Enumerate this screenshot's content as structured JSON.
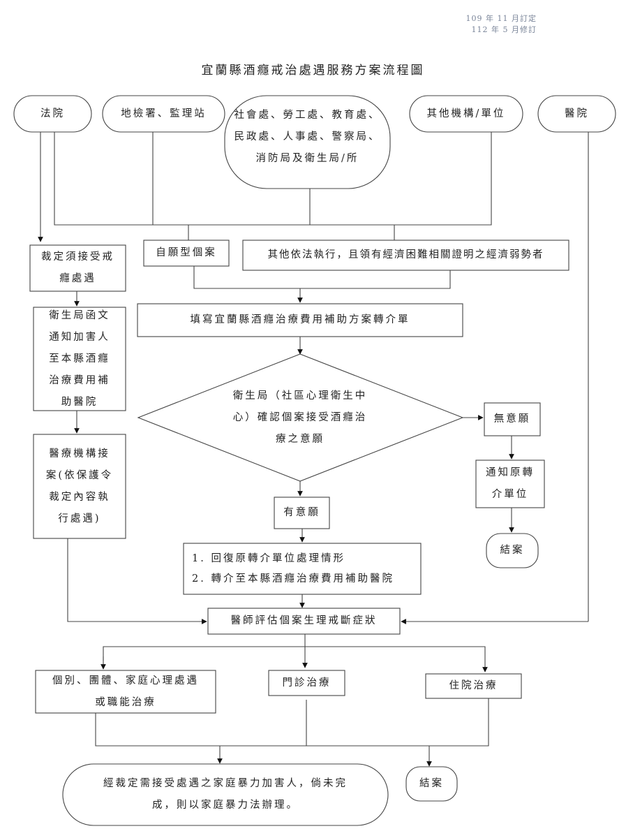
{
  "revision": {
    "established": "109 年 11 月訂定",
    "revised": "112 年 5 月修訂"
  },
  "title": "宜蘭縣酒癮戒治處遇服務方案流程圖",
  "sources": {
    "court": "法院",
    "prosecutor": "地檢署、監理站",
    "agencies": [
      "社會處、勞工處、教育處、",
      "民政處、人事處、警察局、",
      "消防局及衛生局/所"
    ],
    "other_units": "其他機構/單位",
    "hospital": "醫院"
  },
  "nodes": {
    "court_order": [
      "裁定須接受戒",
      "癮處遇"
    ],
    "voluntary": "自願型個案",
    "economic": "其他依法執行，且領有經濟困難相關證明之經濟弱勢者",
    "referral_form": "填寫宜蘭縣酒癮治療費用補助方案轉介單",
    "health_notice": [
      "衛生局函文",
      "通知加害人",
      "至本縣酒癮",
      "治療費用補",
      "助醫院"
    ],
    "medical_intake": [
      "醫療機構接",
      "案(依保護令",
      "裁定內容執",
      "行處遇)"
    ],
    "decision": [
      "衛生局（社區心理衛生中",
      "心）確認個案接受酒癮治",
      "療之意願"
    ],
    "unwilling": "無意願",
    "notify_referrer": [
      "通知原轉",
      "介單位"
    ],
    "close_case_1": "結案",
    "willing": "有意願",
    "actions": [
      "1.  回復原轉介單位處理情形",
      "2.  轉介至本縣酒癮治療費用補助醫院"
    ],
    "physician_eval": "醫師評估個案生理戒斷症狀",
    "therapy": [
      "個別、團體、家庭心理處遇",
      "或職能治療"
    ],
    "outpatient": "門診治療",
    "inpatient": "住院治療",
    "dv_note": [
      "經裁定需接受處遇之家庭暴力加害人，倘未完",
      "成，則以家庭暴力法辦理。"
    ],
    "close_case_2": "結案"
  }
}
